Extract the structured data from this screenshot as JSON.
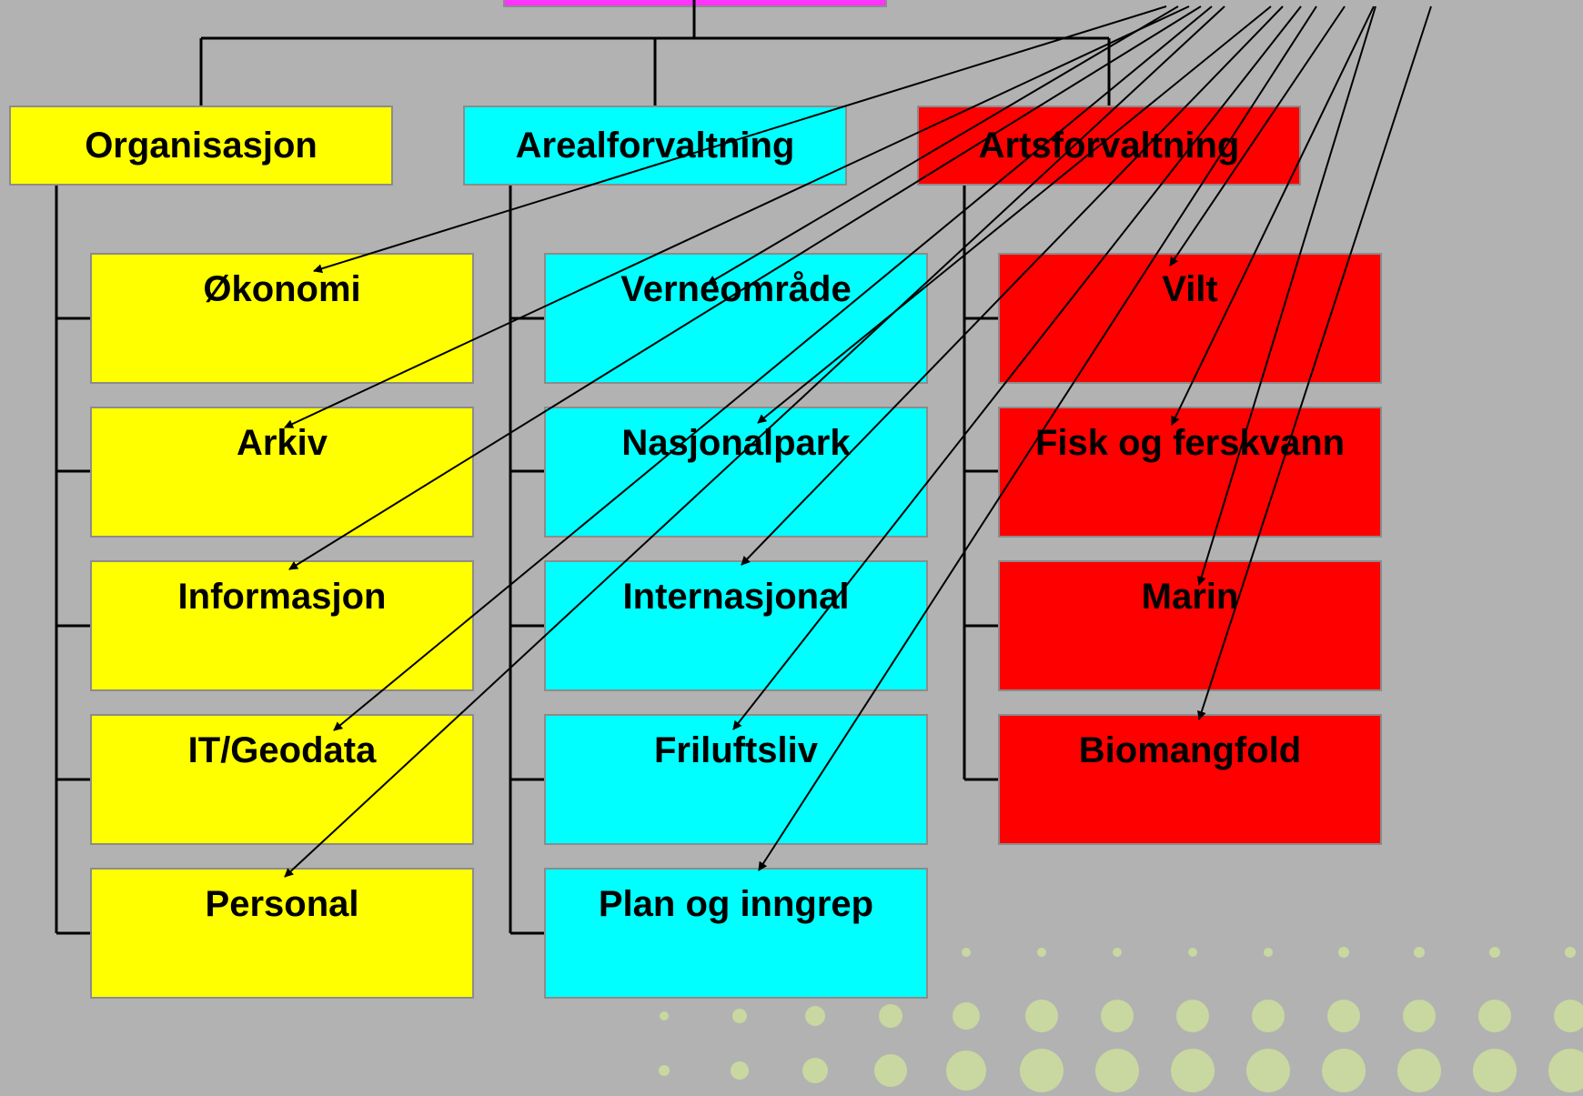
{
  "diagram": {
    "root": {
      "label": ""
    },
    "groups": [
      {
        "label": "Organisasjon",
        "color": "#ffff00",
        "items": [
          "Økonomi",
          "Arkiv",
          "Informasjon",
          "IT/Geodata",
          "Personal"
        ]
      },
      {
        "label": "Arealforvaltning",
        "color": "#00ffff",
        "items": [
          "Verneområde",
          "Nasjonalpark",
          "Internasjonal",
          "Friluftsliv",
          "Plan og inngrep"
        ]
      },
      {
        "label": "Artsforvaltning",
        "color": "#ff0000",
        "items": [
          "Vilt",
          "Fisk og ferskvann",
          "Marin",
          "Biomangfold"
        ]
      }
    ]
  },
  "colors": {
    "background": "#b2b2b2",
    "root": "#ff33ff",
    "dots": "#c8d8a0"
  }
}
